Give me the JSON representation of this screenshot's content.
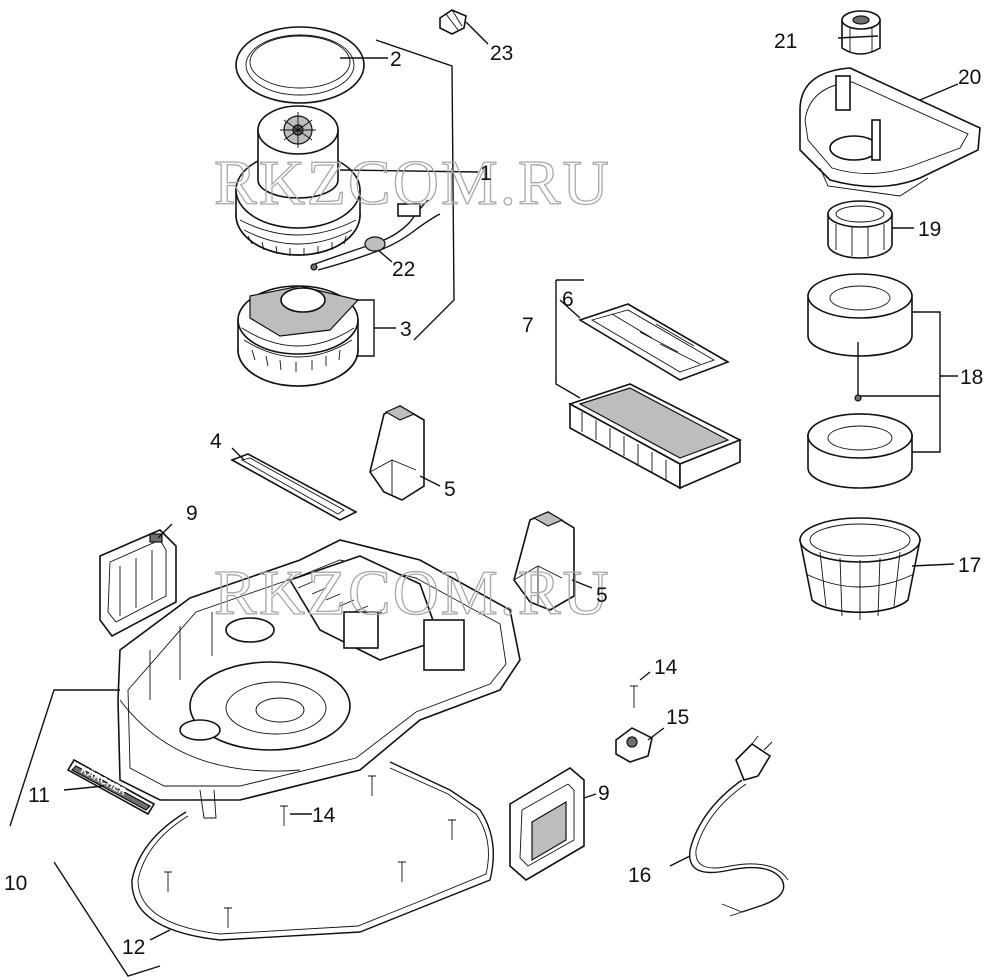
{
  "watermark": {
    "text": "RKZCOM.RU"
  },
  "labels": [
    {
      "id": "23",
      "text": "23"
    },
    {
      "id": "2",
      "text": "2"
    },
    {
      "id": "1",
      "text": "1"
    },
    {
      "id": "22",
      "text": "22"
    },
    {
      "id": "3",
      "text": "3"
    },
    {
      "id": "21",
      "text": "21"
    },
    {
      "id": "20",
      "text": "20"
    },
    {
      "id": "19",
      "text": "19"
    },
    {
      "id": "18",
      "text": "18"
    },
    {
      "id": "17",
      "text": "17"
    },
    {
      "id": "6",
      "text": "6"
    },
    {
      "id": "7",
      "text": "7"
    },
    {
      "id": "4",
      "text": "4"
    },
    {
      "id": "5a",
      "text": "5"
    },
    {
      "id": "5b",
      "text": "5"
    },
    {
      "id": "9a",
      "text": "9"
    },
    {
      "id": "9b",
      "text": "9"
    },
    {
      "id": "14a",
      "text": "14"
    },
    {
      "id": "14b",
      "text": "14"
    },
    {
      "id": "15",
      "text": "15"
    },
    {
      "id": "16",
      "text": "16"
    },
    {
      "id": "11",
      "text": "11"
    },
    {
      "id": "10",
      "text": "10"
    },
    {
      "id": "12",
      "text": "12"
    }
  ],
  "brand_text": "KÄRCHER"
}
